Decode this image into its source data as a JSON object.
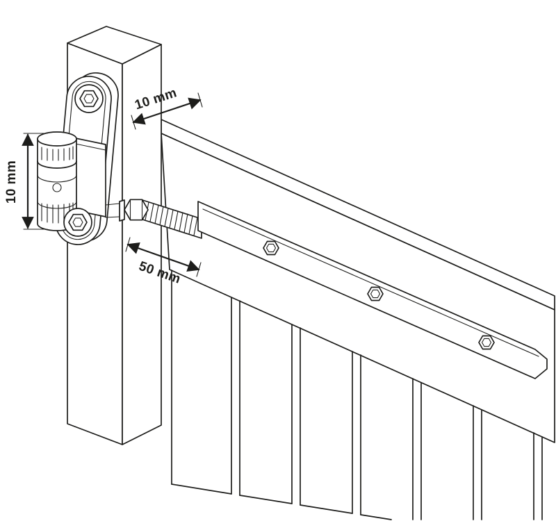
{
  "diagram": {
    "background_color": "#ffffff",
    "line_color": "#1d1d1b",
    "annotations": {
      "dim_top": "10 mm",
      "dim_left": "10 mm",
      "dim_rod": "50 mm"
    }
  }
}
